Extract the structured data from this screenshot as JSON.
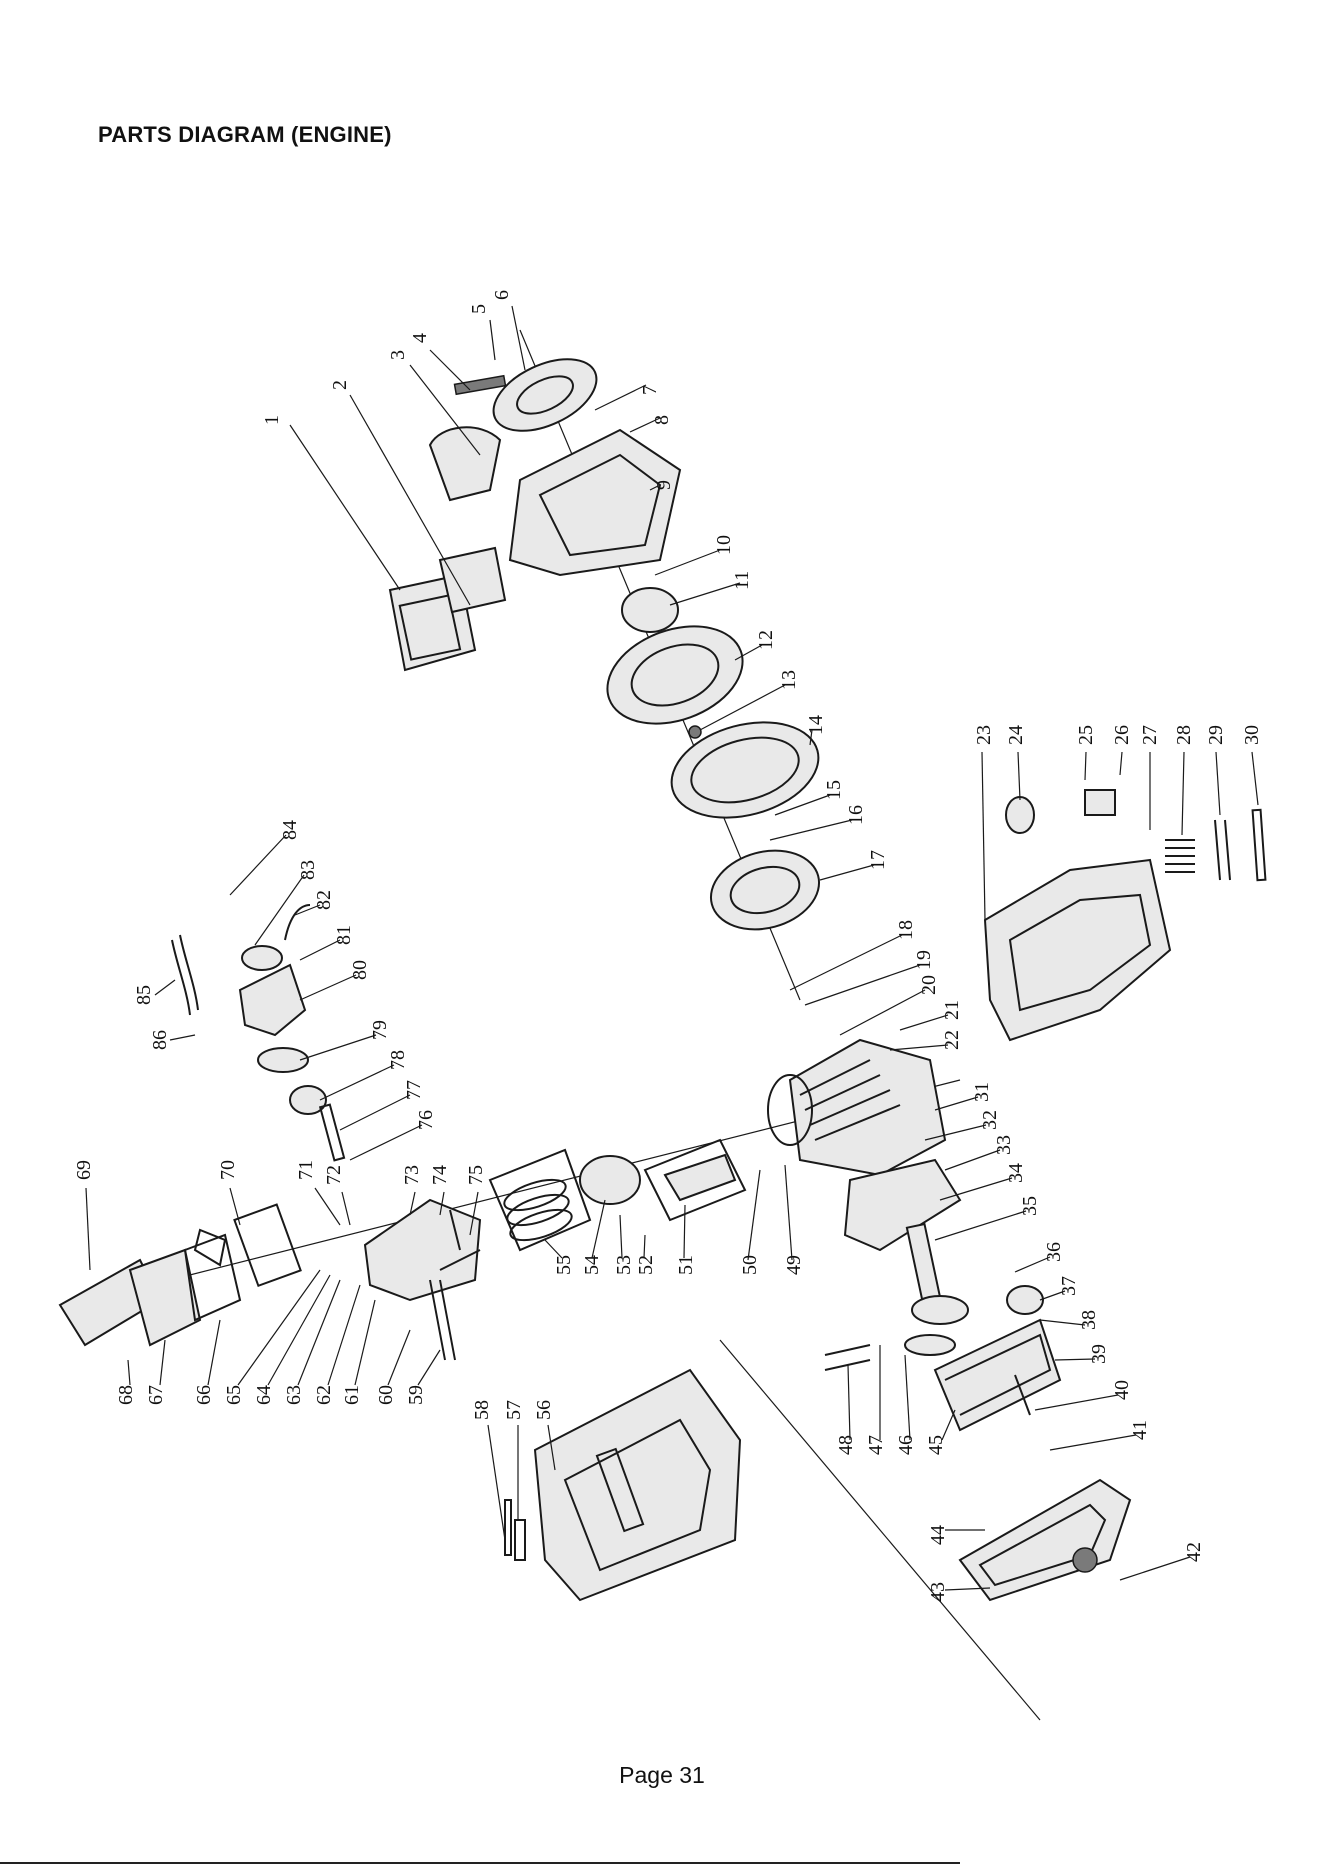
{
  "page": {
    "title": "PARTS DIAGRAM (ENGINE)",
    "footer": "Page 31"
  },
  "callouts": [
    "1",
    "2",
    "3",
    "4",
    "5",
    "6",
    "7",
    "8",
    "9",
    "10",
    "11",
    "12",
    "13",
    "14",
    "15",
    "16",
    "17",
    "18",
    "19",
    "20",
    "21",
    "22",
    "23",
    "24",
    "25",
    "26",
    "27",
    "28",
    "29",
    "30",
    "31",
    "32",
    "33",
    "34",
    "35",
    "36",
    "37",
    "38",
    "39",
    "40",
    "41",
    "42",
    "43",
    "44",
    "45",
    "46",
    "47",
    "48",
    "49",
    "50",
    "51",
    "52",
    "53",
    "54",
    "55",
    "56",
    "57",
    "58",
    "59",
    "60",
    "61",
    "62",
    "63",
    "64",
    "65",
    "66",
    "67",
    "68",
    "69",
    "70",
    "71",
    "72",
    "73",
    "74",
    "75",
    "76",
    "77",
    "78",
    "79",
    "80",
    "81",
    "82",
    "83",
    "84",
    "85",
    "86"
  ]
}
